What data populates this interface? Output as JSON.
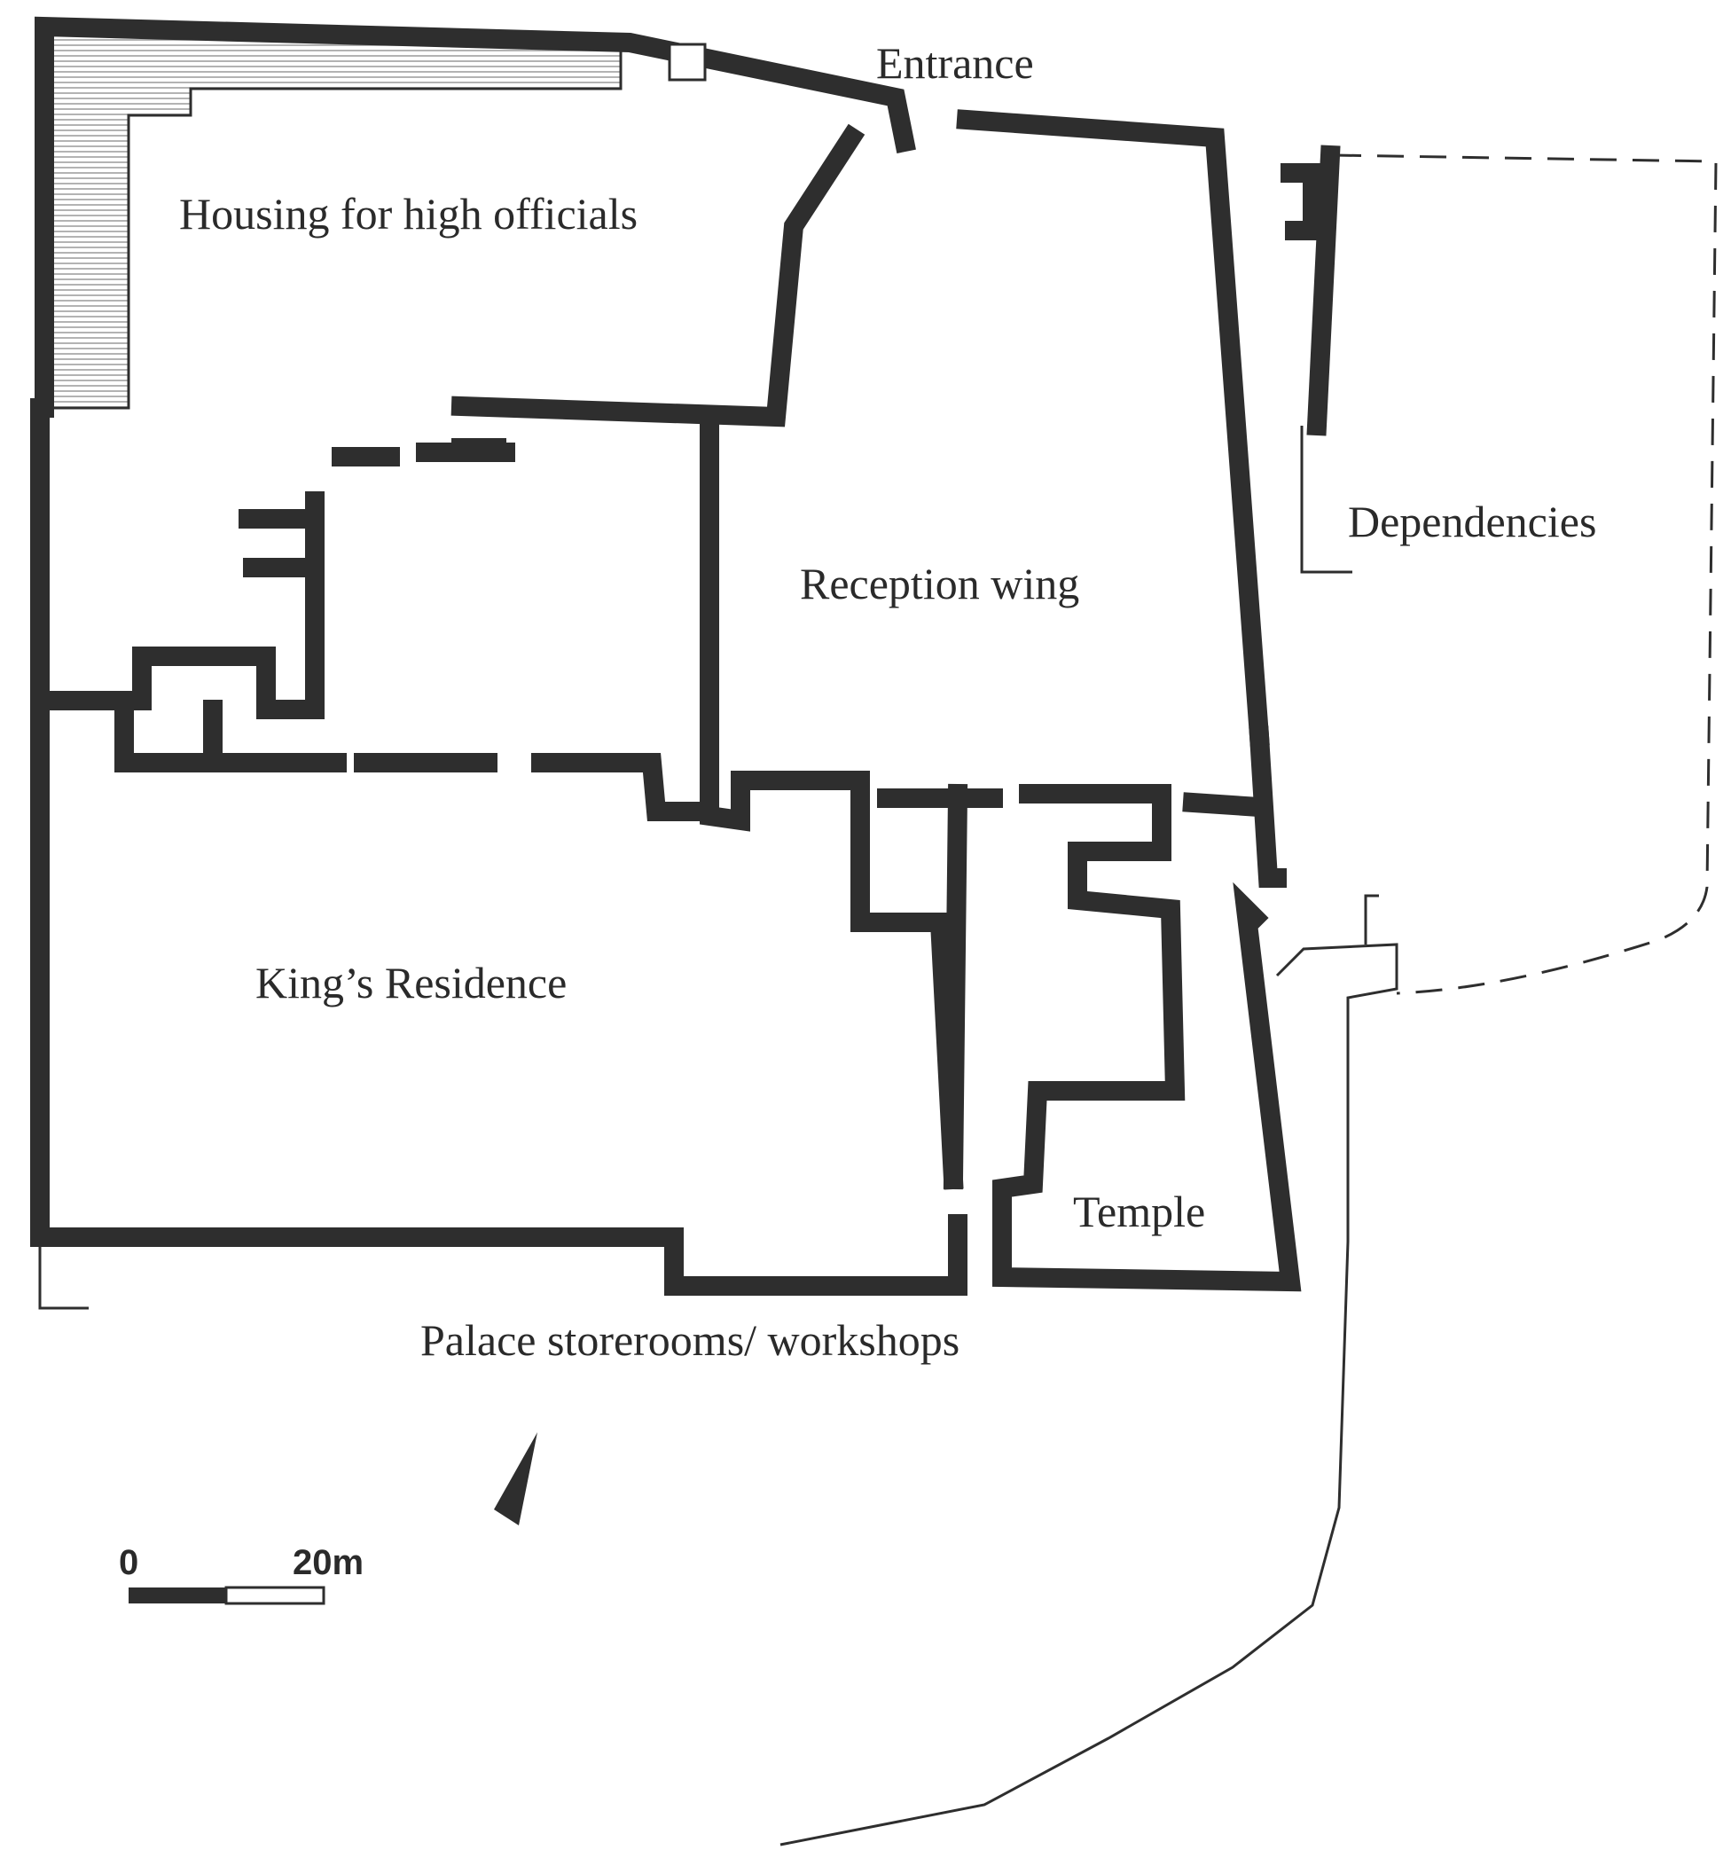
{
  "labels": {
    "entrance": "Entrance",
    "housing": "Housing for high officials",
    "reception": "Reception wing",
    "dependencies": "Dependencies",
    "kings_residence": "King’s Residence",
    "temple": "Temple",
    "storerooms": "Palace storerooms/ workshops"
  },
  "scale_bar": {
    "start_label": "0",
    "end_label": "20m"
  },
  "colors": {
    "wall": "#2e2e2e",
    "background": "#ffffff",
    "hatch": "#9a9a9a"
  }
}
